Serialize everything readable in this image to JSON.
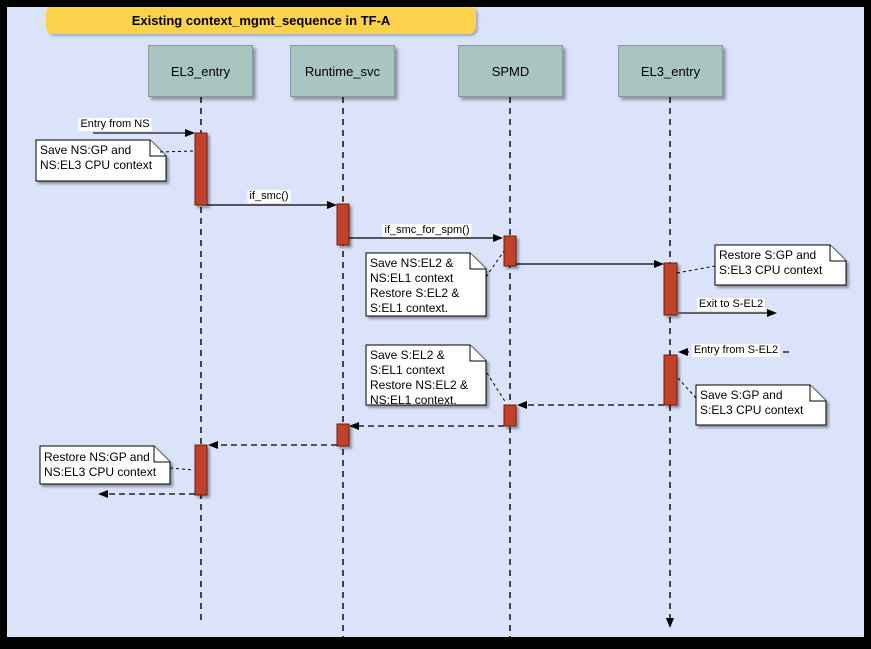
{
  "colors": {
    "canvas-bg": "#dbe3fa",
    "frame": "#000000",
    "title-bg": "#fcd24c",
    "header-bg": "#a9c5c0",
    "activation-fill": "#c1432c",
    "activation-border": "#6b1a09",
    "gray-line": "#636363",
    "note-bg": "#ffffff"
  },
  "title": "Existing context_mgmt_sequence in TF-A",
  "lifelines": [
    {
      "label": "EL3_entry"
    },
    {
      "label": "Runtime_svc"
    },
    {
      "label": "SPMD"
    },
    {
      "label": "EL3_entry"
    }
  ],
  "messages": {
    "entry_from_ns": "Entry from NS",
    "if_smc": "if_smc()",
    "if_smc_for_spm": "if_smc_for_spm()",
    "exit_to_s_el2": "Exit to S-EL2",
    "entry_from_s_el2": "Entry from S-EL2"
  },
  "notes": {
    "save_ns_gp": "Save NS:GP and\nNS:EL3 CPU context",
    "save_ns_el2": "Save NS:EL2 &\nNS:EL1 context\nRestore S:EL2 &\nS:EL1 context.",
    "restore_s_gp": "Restore S:GP and\nS:EL3 CPU context",
    "save_s_gp": "Save S:GP and\nS:EL3 CPU context",
    "save_s_el2": "Save S:EL2 &\nS:EL1 context\nRestore NS:EL2 &\nNS:EL1 context.",
    "restore_ns_gp": "Restore NS:GP and\nNS:EL3 CPU context"
  }
}
